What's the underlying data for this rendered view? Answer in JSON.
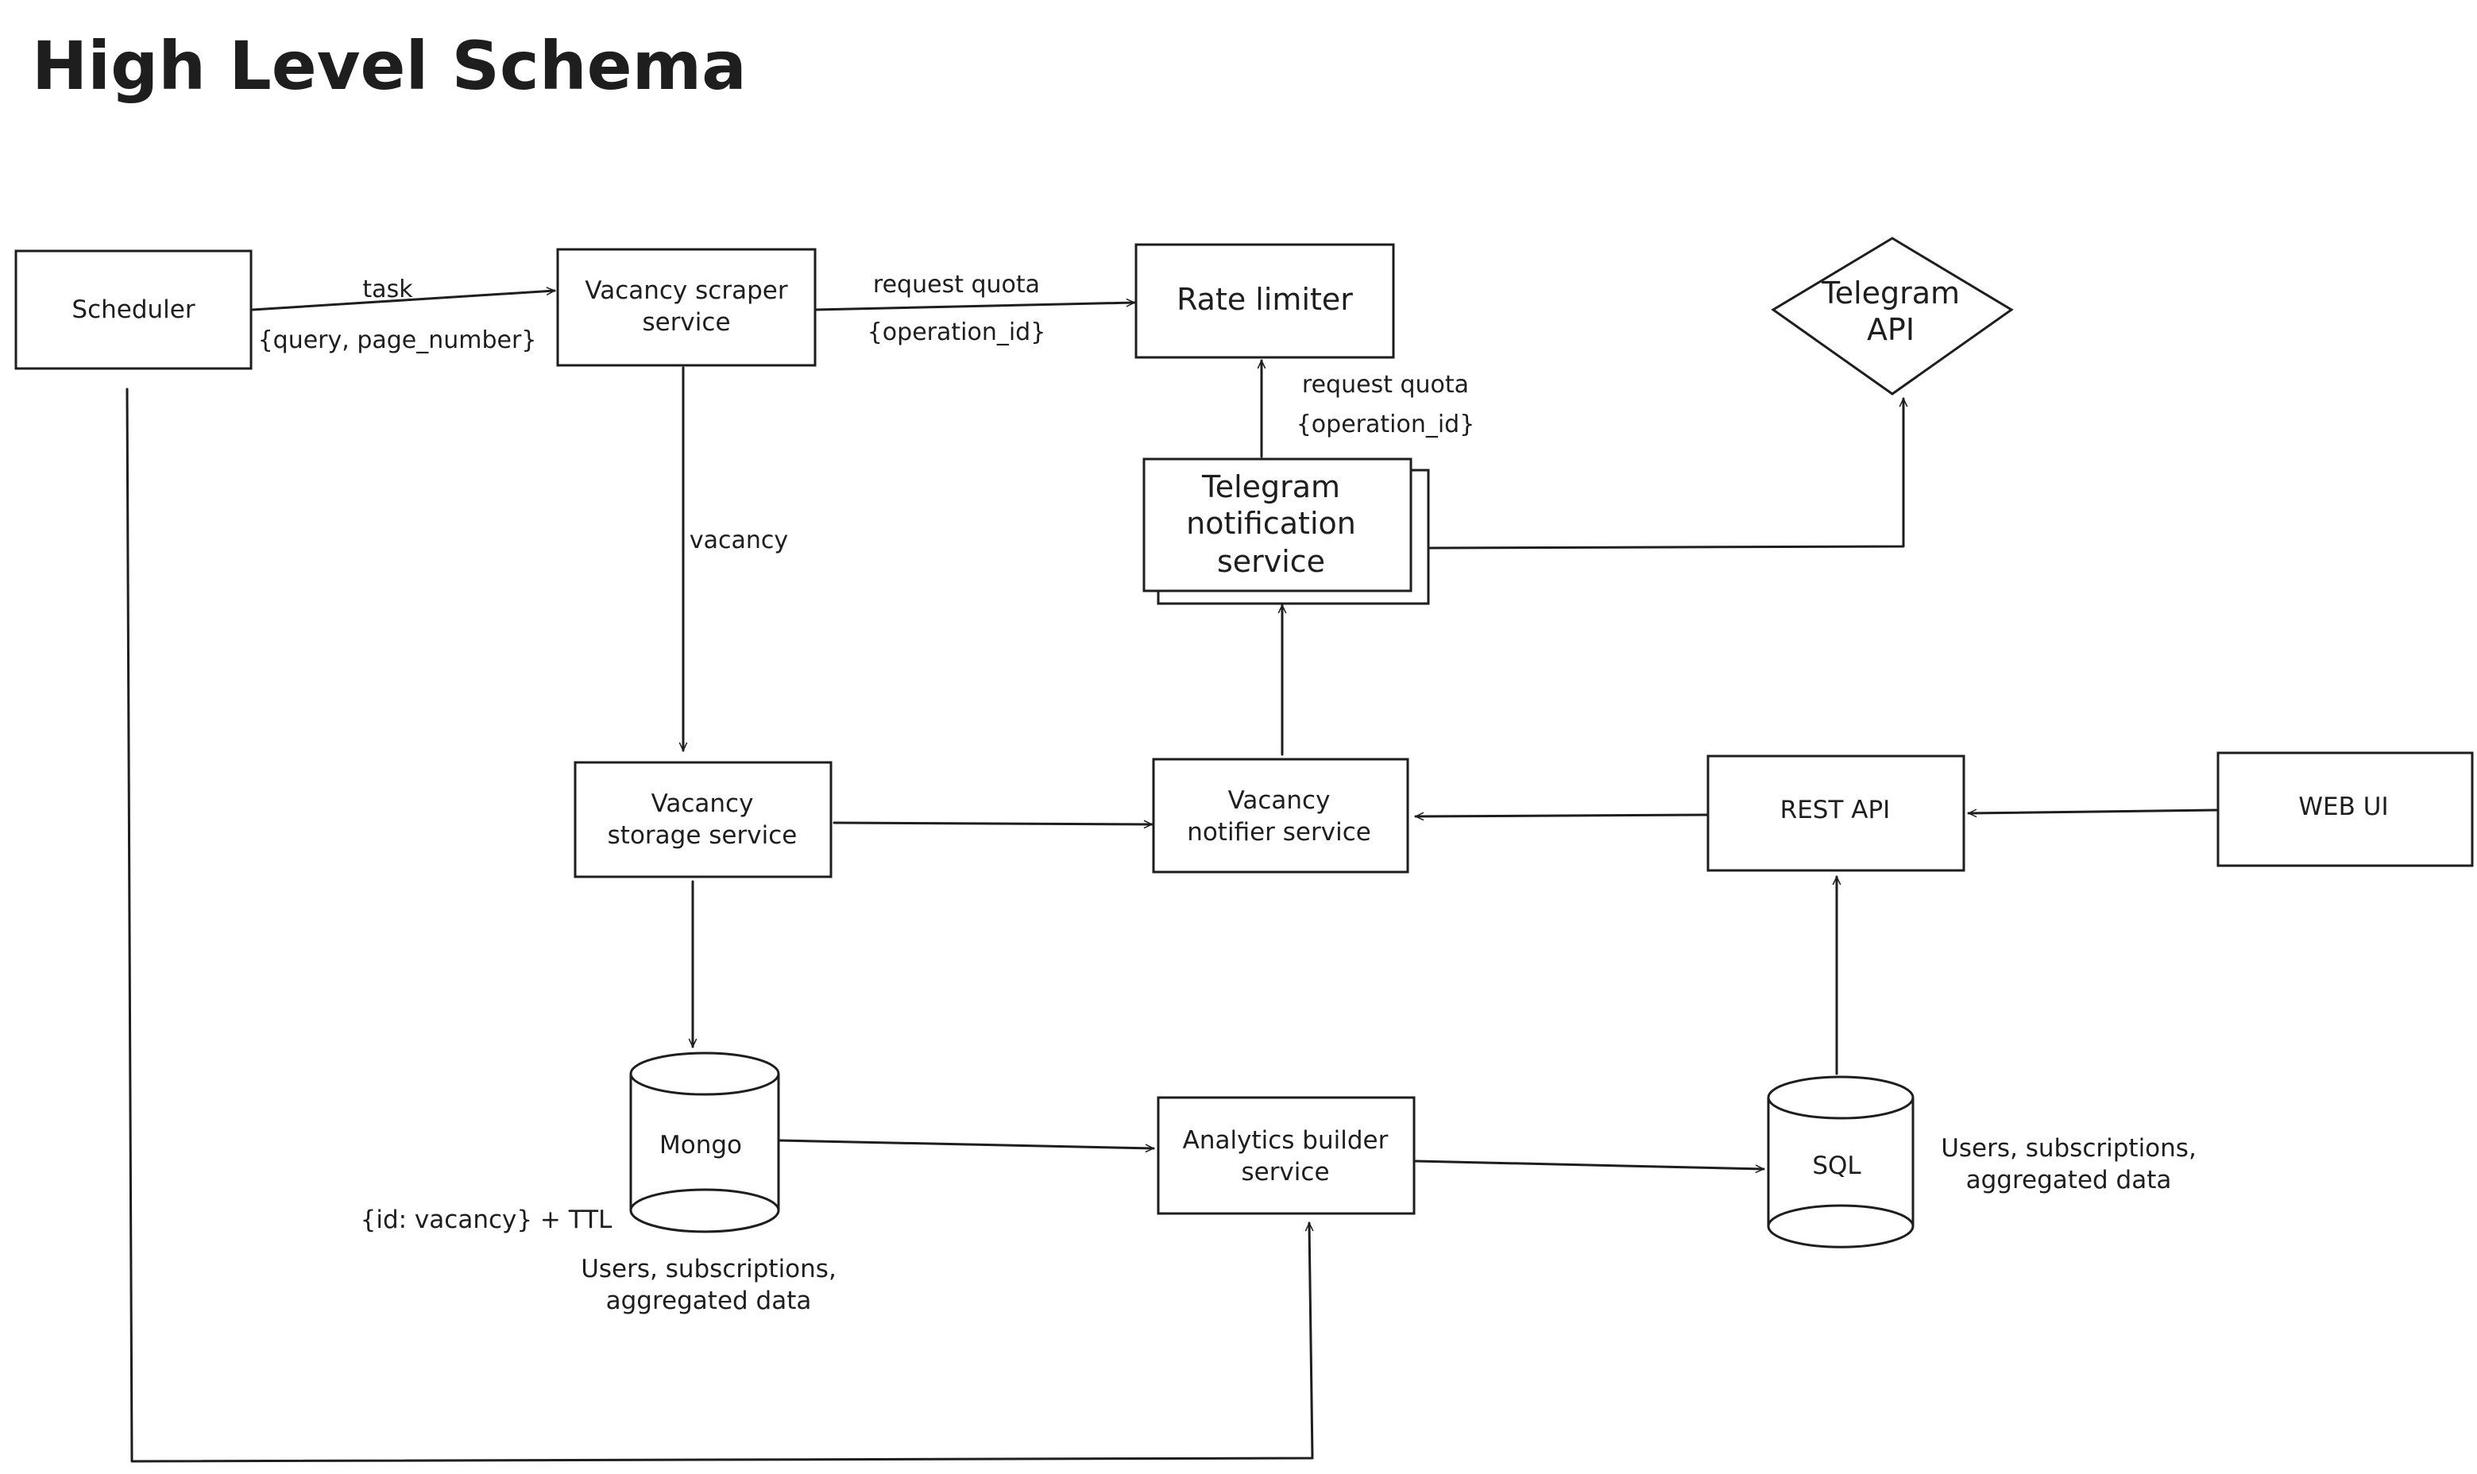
{
  "title": "High Level Schema",
  "nodes": {
    "scheduler": "Scheduler",
    "scraper": [
      "Vacancy scraper",
      "service"
    ],
    "rate_limiter": "Rate limiter",
    "telegram_api": [
      "Telegram",
      "API"
    ],
    "telegram_notification": [
      "Telegram",
      "notification",
      "service"
    ],
    "storage": [
      "Vacancy",
      "storage service"
    ],
    "notifier": [
      "Vacancy",
      "notifier service"
    ],
    "rest_api": "REST API",
    "web_ui": "WEB UI",
    "mongo": "Mongo",
    "analytics": [
      "Analytics builder",
      "service"
    ],
    "sql": "SQL"
  },
  "edges": {
    "task": "task",
    "task_payload": "{query, page_number}",
    "request_quota_1": "request quota",
    "operation_id_1": "{operation_id}",
    "request_quota_2": "request quota",
    "operation_id_2": "{operation_id}",
    "vacancy": "vacancy"
  },
  "notes": {
    "mongo_key": "{id: vacancy} + TTL",
    "mongo_data": [
      "Users, subscriptions,",
      "aggregated data"
    ],
    "sql_data": [
      "Users, subscriptions,",
      "aggregated data"
    ]
  }
}
